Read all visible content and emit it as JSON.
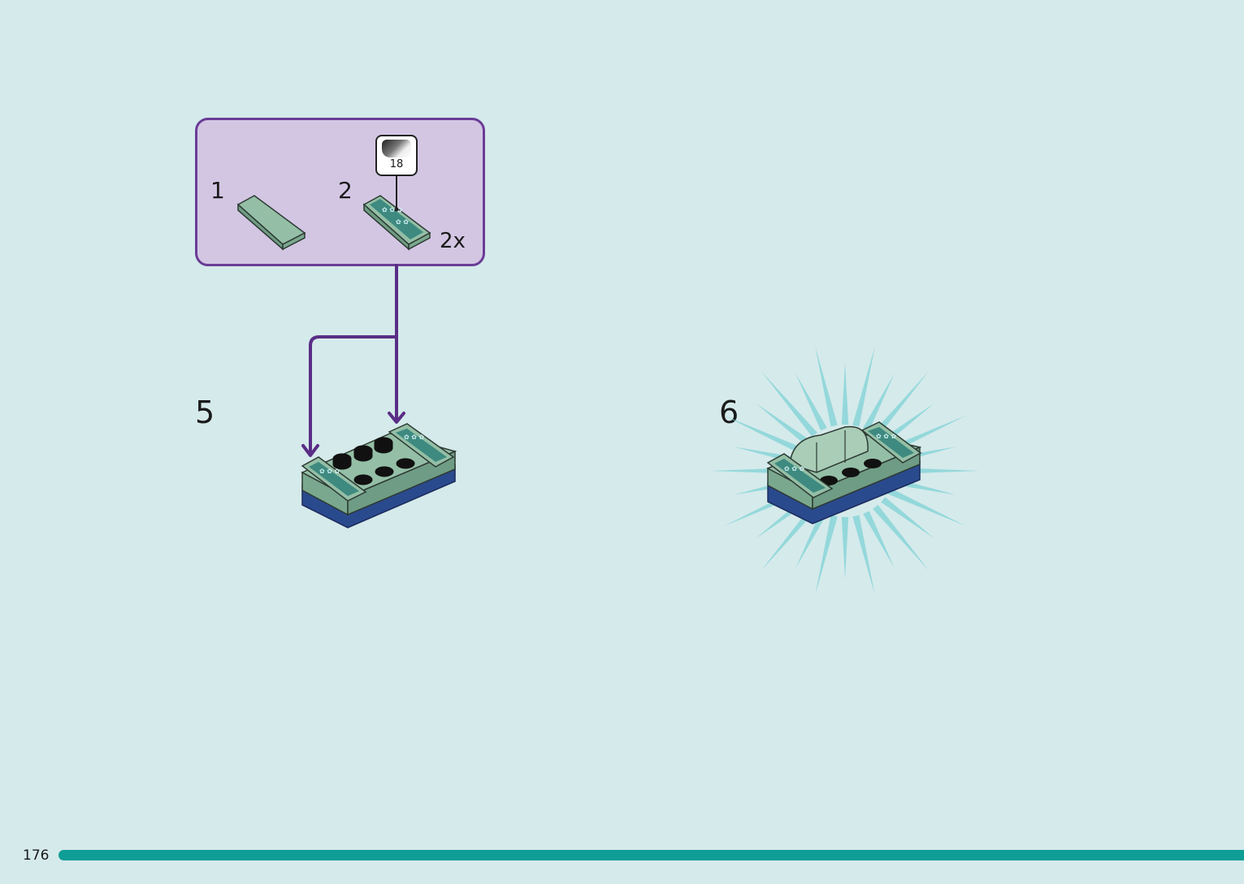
{
  "parts_callout": {
    "items": [
      {
        "index_label": "1"
      },
      {
        "index_label": "2",
        "quantity": "2x",
        "sticker_number": "18"
      }
    ]
  },
  "steps": [
    {
      "number": "5"
    },
    {
      "number": "6"
    }
  ],
  "footer": {
    "page_number": "176"
  },
  "colors": {
    "background": "#d5eaeb",
    "callout_fill": "#d3c6e3",
    "callout_border": "#6a3c96",
    "arrow": "#5a2d86",
    "brick_green": "#94bfa6",
    "brick_blue": "#2a4a8e",
    "footer_bar": "#0f9e96",
    "burst": "#7fd2d6"
  }
}
